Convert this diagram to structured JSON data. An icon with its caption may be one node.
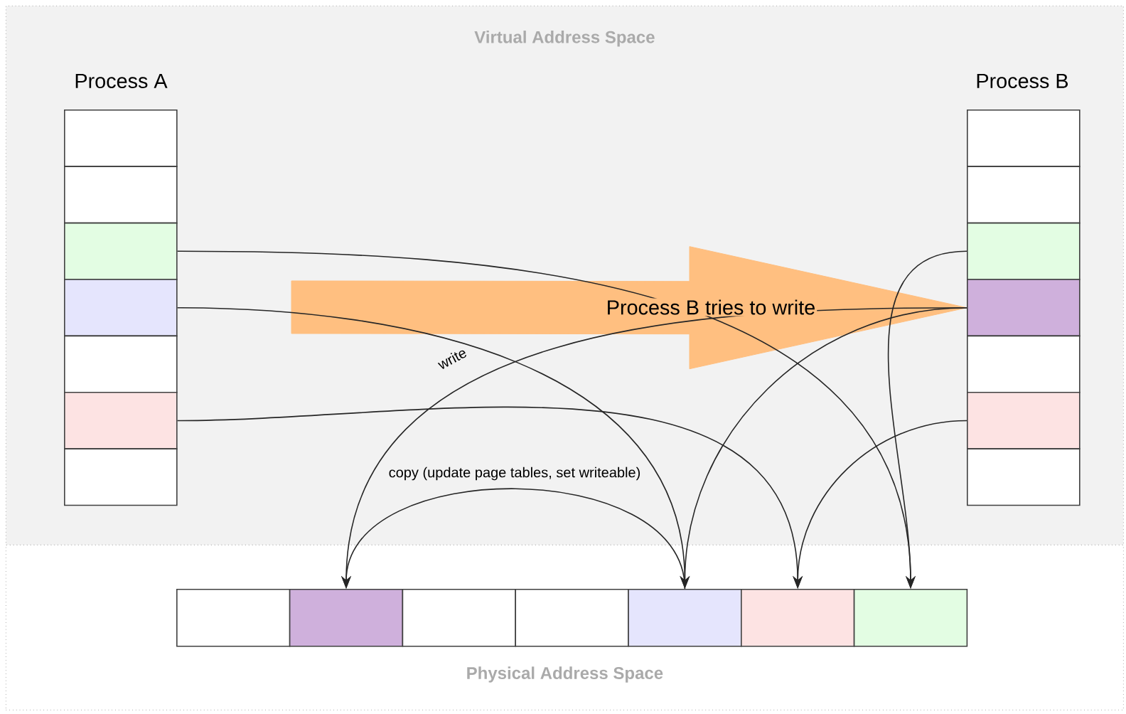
{
  "diagram": {
    "nodes": [
      {
        "text": [
          "Virtual Address Space"
        ]
      },
      {
        "text": [],
        "shape": "box",
        "in": 0
      },
      {
        "text": [],
        "shape": "box",
        "in": 0
      },
      {
        "text": [],
        "shape": "box",
        "in": 0
      },
      {
        "text": [],
        "shape": "box",
        "in": 0
      },
      {
        "text": [],
        "shape": "box",
        "in": 0
      },
      {
        "text": [],
        "shape": "box",
        "in": 0
      },
      {
        "text": [],
        "shape": "box",
        "in": 0
      },
      {
        "text": [],
        "shape": "box",
        "in": 0
      },
      {
        "text": [],
        "shape": "box",
        "in": 0
      },
      {
        "text": [],
        "shape": "box",
        "in": 0
      },
      {
        "text": [],
        "shape": "box",
        "in": 0
      },
      {
        "text": [],
        "shape": "box",
        "in": 0
      },
      {
        "text": [],
        "shape": "box",
        "in": 0
      },
      {
        "text": [],
        "shape": "box",
        "in": 0
      },
      {
        "text": [
          "Physical Address Space"
        ]
      },
      {
        "text": [],
        "shape": "box",
        "in": 15
      },
      {
        "text": [],
        "shape": "box",
        "in": 15
      },
      {
        "text": [],
        "shape": "box",
        "in": 15
      },
      {
        "text": [],
        "shape": "box",
        "in": 15
      },
      {
        "text": [],
        "shape": "box",
        "in": 15
      },
      {
        "text": [],
        "shape": "box",
        "in": 15
      },
      {
        "text": [],
        "shape": "box",
        "in": 15
      }
    ],
    "edges": [
      {
        "from": null,
        "to": 11,
        "arrow": "to",
        "label": "Process B tries to write",
        "style": "thick",
        "color": "#ffbf80"
      },
      {
        "from": 3,
        "to": 22,
        "arrow": "to"
      },
      {
        "from": 4,
        "to": 20,
        "arrow": "to"
      },
      {
        "from": 6,
        "to": 21,
        "arrow": "to"
      },
      {
        "from": 10,
        "to": 22,
        "arrow": "to"
      },
      {
        "from": 11,
        "to": 20,
        "arrow": "to"
      },
      {
        "from": 11,
        "to": 17,
        "arrow": "to",
        "label": "write"
      },
      {
        "from": 13,
        "to": 21,
        "arrow": "to"
      },
      {
        "from": 20,
        "to": 17,
        "arrow": "to",
        "label": "copy (update page tables, set writeable)"
      }
    ],
    "labels": [
      "Process A",
      "Process B"
    ]
  }
}
